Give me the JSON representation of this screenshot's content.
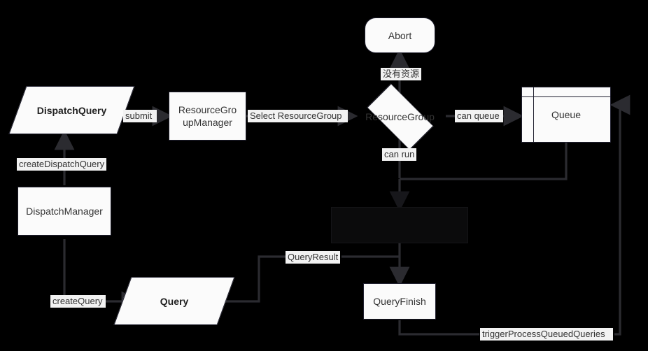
{
  "diagram": {
    "title": "Query dispatch and resource group flow",
    "background_color": "#000000",
    "node_fill": "#fbfbfb",
    "node_stroke": "#1f1f2e",
    "edge_color": "#2b2b30",
    "label_background": "#f2f2f2"
  },
  "nodes": [
    {
      "id": "abort",
      "label": "Abort",
      "shape": "rounded-rect"
    },
    {
      "id": "dispatch_query",
      "label": "DispatchQuery",
      "shape": "parallelogram"
    },
    {
      "id": "resource_group_mgr",
      "label": "ResourceGro\nupManager",
      "line1": "ResourceGro",
      "line2": "upManager",
      "shape": "rect"
    },
    {
      "id": "resource_group",
      "label": "ResourceGroup",
      "shape": "diamond"
    },
    {
      "id": "queue",
      "label": "Queue",
      "shape": "database"
    },
    {
      "id": "dispatch_manager",
      "label": "DispatchManager",
      "shape": "rect"
    },
    {
      "id": "query",
      "label": "Query",
      "shape": "parallelogram"
    },
    {
      "id": "query_finish",
      "label": "QueryFinish",
      "shape": "rect"
    },
    {
      "id": "hidden_node",
      "label": "",
      "shape": "rect-dark"
    }
  ],
  "edge_labels": [
    {
      "id": "submit",
      "text": "submit"
    },
    {
      "id": "create_dispatch_query",
      "text": "createDispatchQuery"
    },
    {
      "id": "select_resource_group",
      "text": "Select ResourceGroup"
    },
    {
      "id": "no_resource",
      "text": "没有资源"
    },
    {
      "id": "can_queue",
      "text": "can queue"
    },
    {
      "id": "can_run",
      "text": "can run"
    },
    {
      "id": "create_query",
      "text": "createQuery"
    },
    {
      "id": "query_result",
      "text": "QueryResult"
    },
    {
      "id": "trigger_process_queued",
      "text": "triggerProcessQueuedQueries"
    }
  ]
}
